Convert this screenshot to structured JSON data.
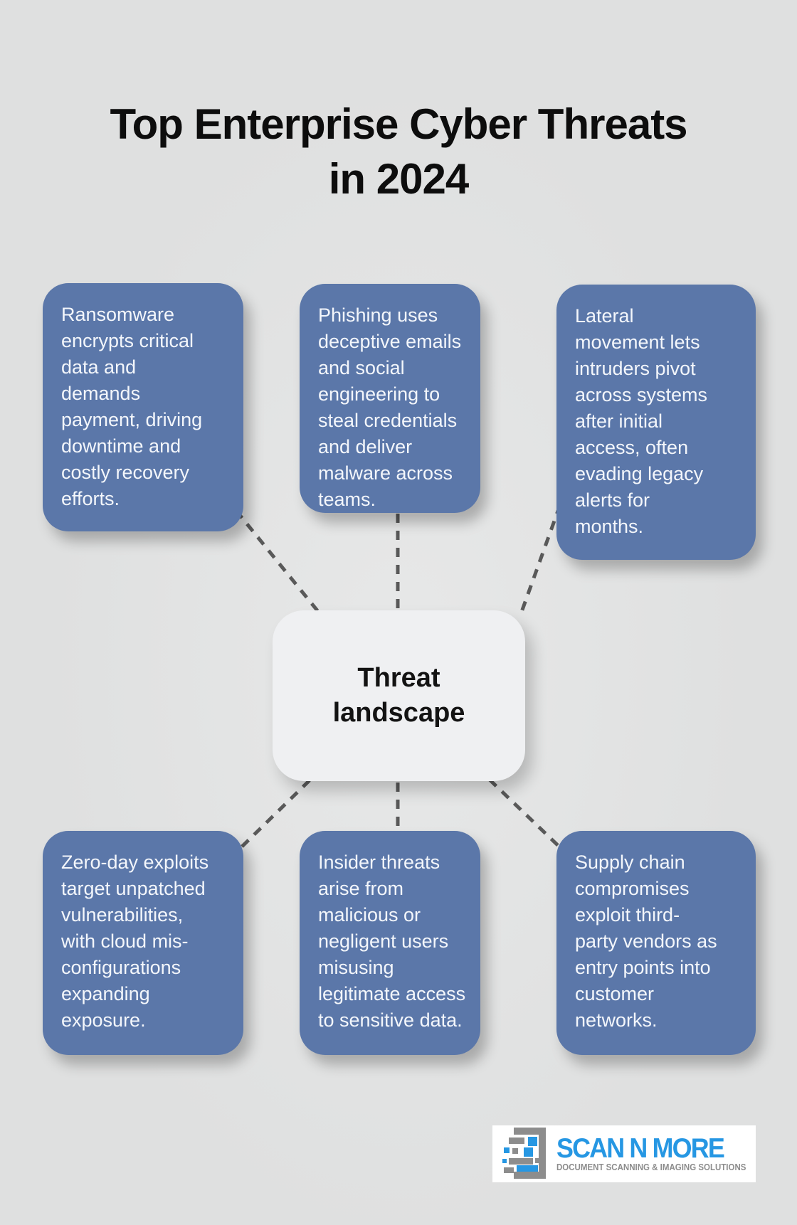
{
  "title": {
    "line1": "Top Enterprise Cyber Threats",
    "line2": "in 2024"
  },
  "center": {
    "line1": "Threat",
    "line2": "landscape"
  },
  "threats": [
    {
      "id": "ransomware",
      "text": "Ransomware\nencrypts critical\ndata and\ndemands\npayment, driving\ndowntime and\ncostly recovery\nefforts."
    },
    {
      "id": "phishing",
      "text": "Phishing uses\ndeceptive emails\nand social\nengineering to\nsteal credentials\nand deliver\nmalware across\nteams."
    },
    {
      "id": "lateral-movement",
      "text": "Lateral\nmovement lets\nintruders pivot\nacross systems\nafter initial\naccess, often\nevading legacy\nalerts for\nmonths."
    },
    {
      "id": "zero-day",
      "text": "Zero-day exploits\ntarget unpatched\nvulnerabilities,\nwith cloud mis-\nconfigurations\nexpanding\nexposure."
    },
    {
      "id": "insider-threats",
      "text": "Insider threats\narise from\nmalicious or\nnegligent users\nmisusing\nlegitimate access\nto sensitive data."
    },
    {
      "id": "supply-chain",
      "text": "Supply chain\ncompromises\nexploit third-\nparty vendors as\nentry points into\ncustomer\nnetworks."
    }
  ],
  "logo": {
    "icon": "scan-document-icon",
    "name": "SCAN N MORE",
    "tagline": "DOCUMENT SCANNING & IMAGING SOLUTIONS"
  },
  "colors": {
    "background": "#dfe0e0",
    "box_blue": "#5b77a9",
    "center_box": "#eff0f2",
    "connector": "#595959",
    "logo_blue": "#2697e3",
    "logo_gray": "#8d8d8d"
  }
}
